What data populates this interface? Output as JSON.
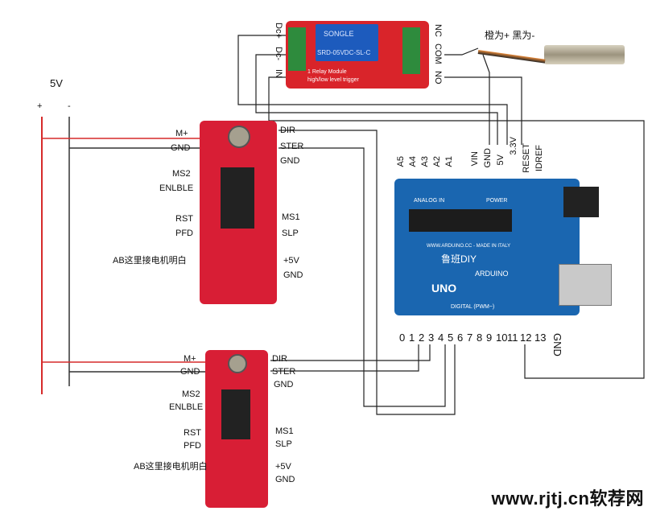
{
  "power": {
    "voltage": "5V",
    "plus": "+",
    "minus": "-"
  },
  "relay": {
    "left_labels": [
      "Dc+",
      "Dc-",
      "IN"
    ],
    "right_labels": [
      "NC",
      "COM",
      "NO"
    ],
    "silk": [
      "1 Relay Module",
      "high/low level trigger"
    ],
    "chip_text": [
      "SONGLE",
      "SRD-05VDC-SL-C"
    ],
    "color": "#d9242a"
  },
  "laser": {
    "wire_label": "橙为+ 黑为-"
  },
  "driver_top": {
    "left_labels": [
      "M+",
      "GND",
      "MS2",
      "ENLBLE",
      "RST",
      "PFD",
      "AB这里接电机明白"
    ],
    "right_labels": [
      "DIR",
      "STER",
      "GND",
      "MS1",
      "SLP",
      "+5V",
      "GND"
    ],
    "color": "#d81e35"
  },
  "driver_bottom": {
    "left_labels": [
      "M+",
      "GND",
      "MS2",
      "ENLBLE",
      "RST",
      "PFD",
      "AB这里接电机明白"
    ],
    "right_labels": [
      "DIR",
      "STER",
      "GND",
      "MS1",
      "SLP",
      "+5V",
      "GND"
    ],
    "color": "#d81e35"
  },
  "arduino": {
    "top_pins": [
      "A5",
      "A4",
      "A3",
      "A2",
      "A1",
      "VIN",
      "GND",
      "5V",
      "3.3V",
      "RESET",
      "IDREF"
    ],
    "bottom_pins": [
      "0",
      "1",
      "2",
      "3",
      "4",
      "5",
      "6",
      "7",
      "8",
      "9",
      "10",
      "11",
      "12",
      "13",
      "GND"
    ],
    "board_text": [
      "UNO",
      "ARDUINO",
      "DIGITAL (PWM~)",
      "POWER",
      "ANALOG IN",
      "WWW.ARDUINO.CC - MADE IN ITALY",
      "鲁班DIY"
    ],
    "color": "#1a66b0"
  },
  "watermark": "www.rjtj.cn软荐网",
  "colors": {
    "wire": "#222222",
    "power_red": "#d62a2a",
    "power_black": "#333333"
  }
}
